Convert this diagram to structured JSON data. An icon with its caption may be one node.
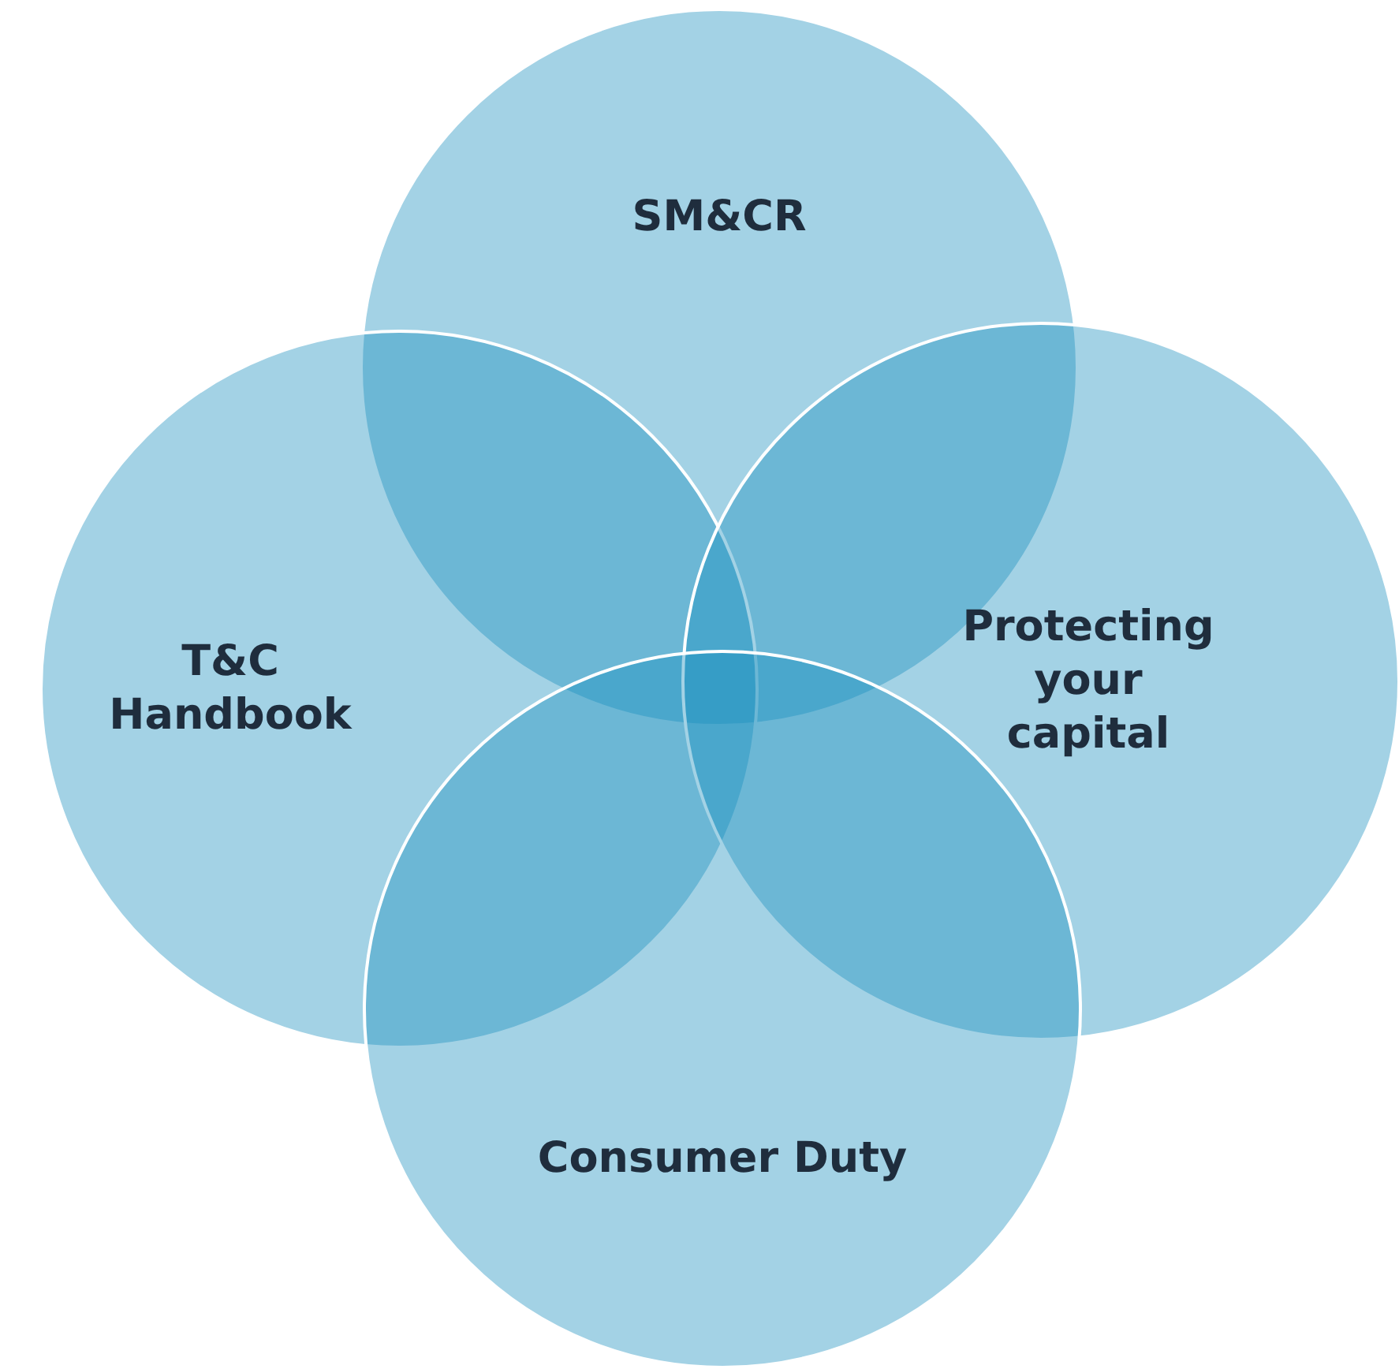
{
  "diagram": {
    "nodes": [
      {
        "text": [
          "SM&CR"
        ]
      },
      {
        "text": [
          "T&C Handbook"
        ]
      },
      {
        "text": [
          "Protecting your capital"
        ]
      },
      {
        "text": [
          "Consumer Duty"
        ]
      }
    ]
  }
}
